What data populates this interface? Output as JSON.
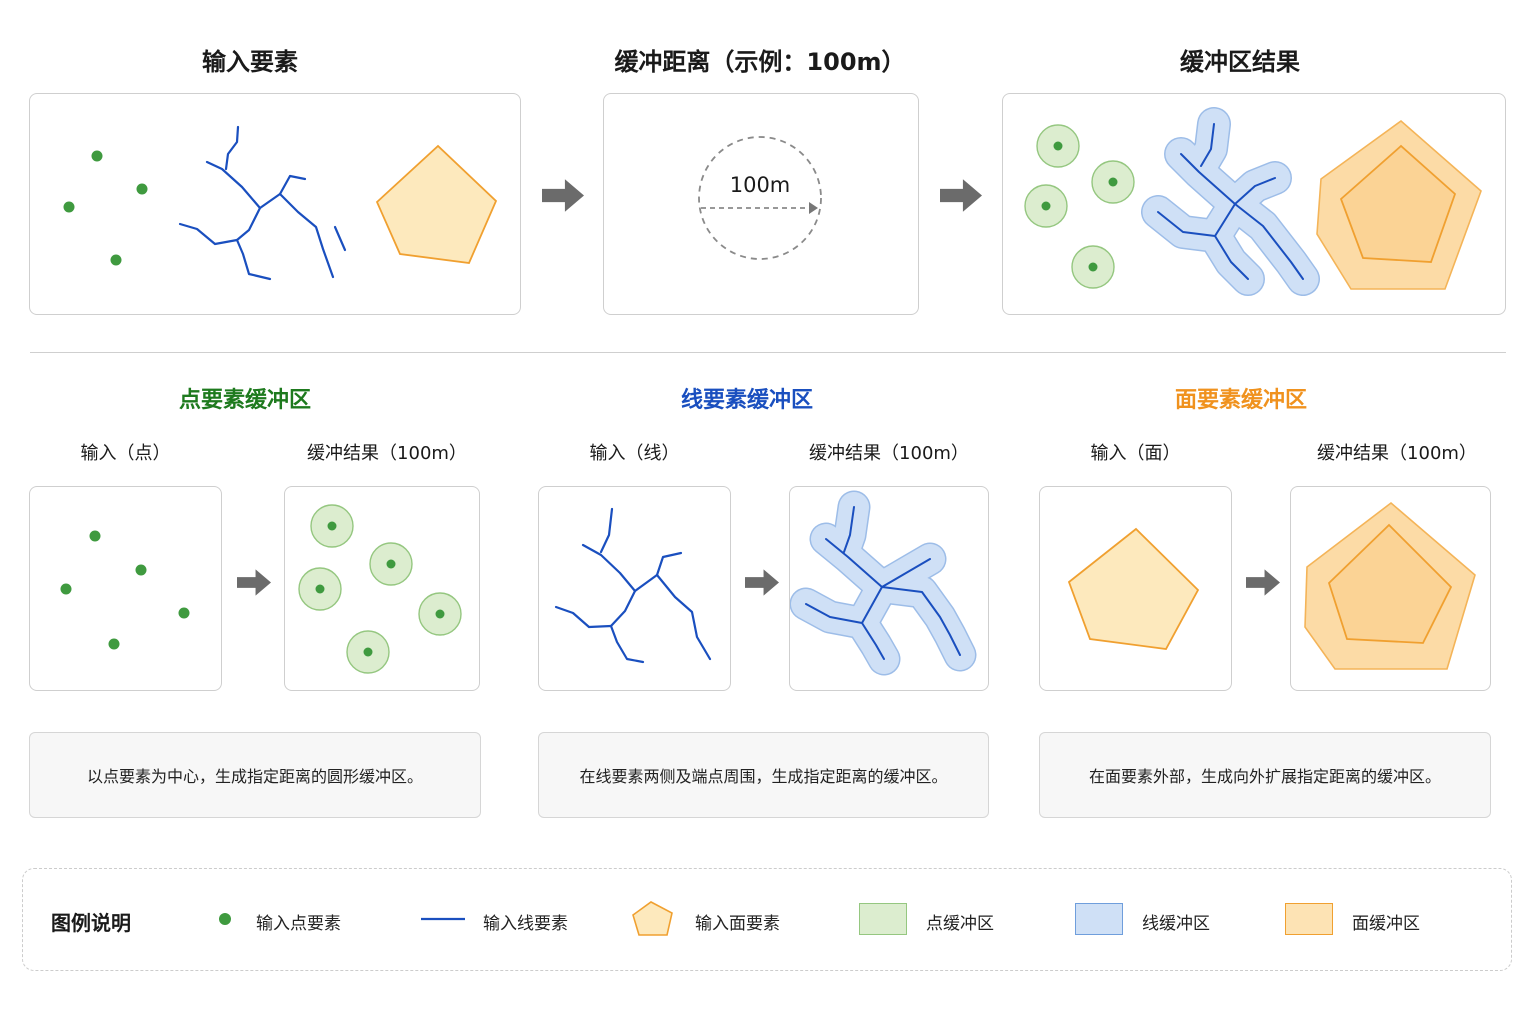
{
  "top": {
    "input_title": "输入要素",
    "distance_title": "缓冲距离（示例：100m）",
    "result_title": "缓冲区结果",
    "distance_label": "100m"
  },
  "sections": [
    {
      "title": "点要素缓冲区",
      "color": "#1e7a1e",
      "input_label": "输入（点）",
      "result_label": "缓冲结果（100m）",
      "description": "以点要素为中心，生成指定距离的圆形缓冲区。"
    },
    {
      "title": "线要素缓冲区",
      "color": "#1a4fbf",
      "input_label": "输入（线）",
      "result_label": "缓冲结果（100m）",
      "description": "在线要素两侧及端点周围，生成指定距离的缓冲区。"
    },
    {
      "title": "面要素缓冲区",
      "color": "#f0921e",
      "input_label": "输入（面）",
      "result_label": "缓冲结果（100m）",
      "description": "在面要素外部，生成向外扩展指定距离的缓冲区。"
    }
  ],
  "legend": {
    "title": "图例说明",
    "items": [
      {
        "icon": "point-icon",
        "label": "输入点要素"
      },
      {
        "icon": "line-icon",
        "label": "输入线要素"
      },
      {
        "icon": "polygon-icon",
        "label": "输入面要素"
      },
      {
        "icon": "point-buffer-swatch",
        "label": "点缓冲区"
      },
      {
        "icon": "line-buffer-swatch",
        "label": "线缓冲区"
      },
      {
        "icon": "polygon-buffer-swatch",
        "label": "面缓冲区"
      }
    ]
  },
  "colors": {
    "point": "#3f9a3f",
    "line": "#1a4fbf",
    "polygon_fill": "#fde9bd",
    "polygon_stroke": "#f0a030",
    "point_buffer": "#dcedcf",
    "line_buffer": "#cfe0f6",
    "polygon_buffer": "#fcd9a0",
    "arrow": "#6b6b6b"
  }
}
